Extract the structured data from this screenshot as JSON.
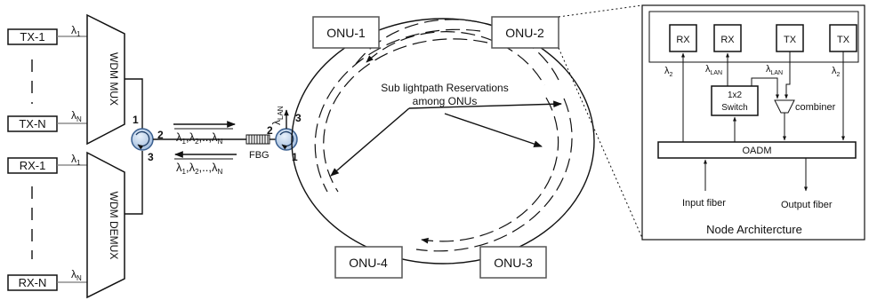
{
  "transmitters": [
    "TX-1",
    "TX-N"
  ],
  "receivers": [
    "RX-1",
    "RX-N"
  ],
  "lambda_1": "λ1",
  "lambda_n": "λN",
  "mux_label": "WDM MUX",
  "demux_label": "WDM DEMUX",
  "circulator_left_ports": [
    "1",
    "2",
    "3"
  ],
  "circulator_right_ports": [
    "2",
    "3",
    "1"
  ],
  "downstream_wavelengths": "λ1,λ2,..,λN",
  "upstream_wavelengths": "λ1,λ2,..,λN",
  "fbg_label": "FBG",
  "lan_wavelength": "λLAN",
  "onus": [
    "ONU-1",
    "ONU-2",
    "ONU-3",
    "ONU-4"
  ],
  "reservation_text_line1": "Sub lightpath Reservations",
  "reservation_text_line2": "among ONUs",
  "node": {
    "title": "Node Architercture",
    "rx_labels": [
      "RX",
      "RX"
    ],
    "tx_labels": [
      "TX",
      "TX"
    ],
    "lambda_2": "λ2",
    "lambda_lan": "λLAN",
    "switch_line1": "1x2",
    "switch_line2": "Switch",
    "combiner_label": "combiner",
    "oadm_label": "OADM",
    "input_label": "Input fiber",
    "output_label": "Output fiber"
  }
}
